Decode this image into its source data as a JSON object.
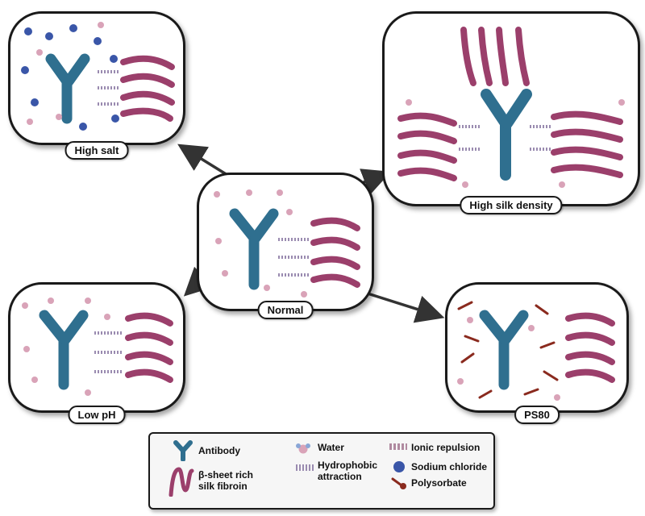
{
  "panels": {
    "normal": {
      "label": "Normal"
    },
    "high_salt": {
      "label": "High salt"
    },
    "high_silk": {
      "label": "High silk density"
    },
    "low_ph": {
      "label": "Low pH"
    },
    "ps80": {
      "label": "PS80"
    }
  },
  "legend": {
    "antibody": "Antibody",
    "silk_fibroin_line1": "β-sheet rich",
    "silk_fibroin_line2": "silk fibroin",
    "water": "Water",
    "hydrophobic_line1": "Hydrophobic",
    "hydrophobic_line2": "attraction",
    "ionic_repulsion": "Ionic repulsion",
    "sodium_chloride": "Sodium chloride",
    "polysorbate": "Polysorbate"
  },
  "colors": {
    "antibody": "#2f6f8f",
    "silk": "#9b3f6b",
    "panel_border": "#1a1a1a",
    "water_oxygen": "#d9a3b8",
    "water_hydrogen": "#8aa6d6",
    "salt": "#3a56a8",
    "polysorbate": "#8a2a1e"
  }
}
